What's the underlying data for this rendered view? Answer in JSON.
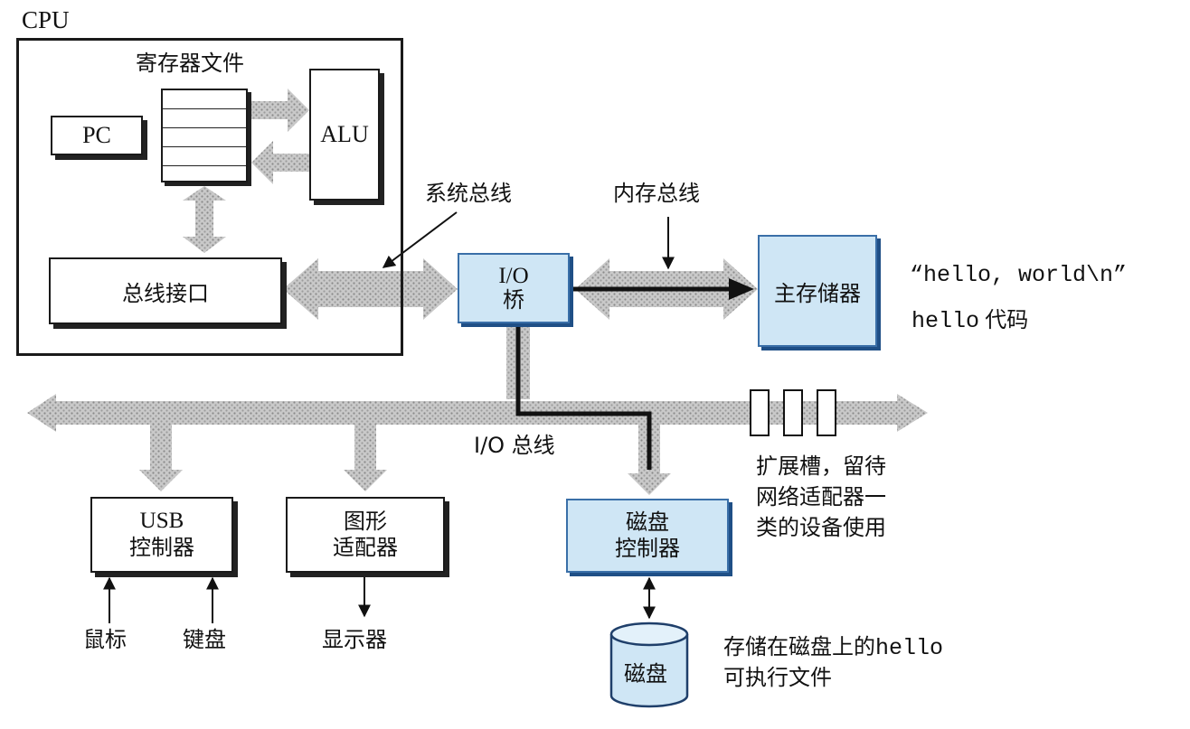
{
  "cpu": {
    "title": "CPU",
    "register_file": "寄存器文件",
    "pc": "PC",
    "alu": "ALU",
    "bus_interface": "总线接口"
  },
  "labels": {
    "system_bus": "系统总线",
    "memory_bus": "内存总线",
    "io_bus": "I/O 总线"
  },
  "io_bridge": {
    "line1": "I/O",
    "line2": "桥"
  },
  "main_memory": "主存储器",
  "memory_contents": {
    "line1": "“hello, world\\n”",
    "line2_code": "hello",
    "line2_text": "代码"
  },
  "usb_controller": {
    "line1": "USB",
    "line2": "控制器"
  },
  "graphics_adapter": {
    "line1": "图形",
    "line2": "适配器"
  },
  "disk_controller": {
    "line1": "磁盘",
    "line2": "控制器"
  },
  "devices": {
    "mouse": "鼠标",
    "keyboard": "键盘",
    "display": "显示器",
    "disk": "磁盘"
  },
  "expansion_slots_note": [
    "扩展槽，留待",
    "网络适配器一",
    "类的设备使用"
  ],
  "disk_note": {
    "line1_text": "存储在磁盘上的",
    "line1_code": "hello",
    "line2": "可执行文件"
  }
}
